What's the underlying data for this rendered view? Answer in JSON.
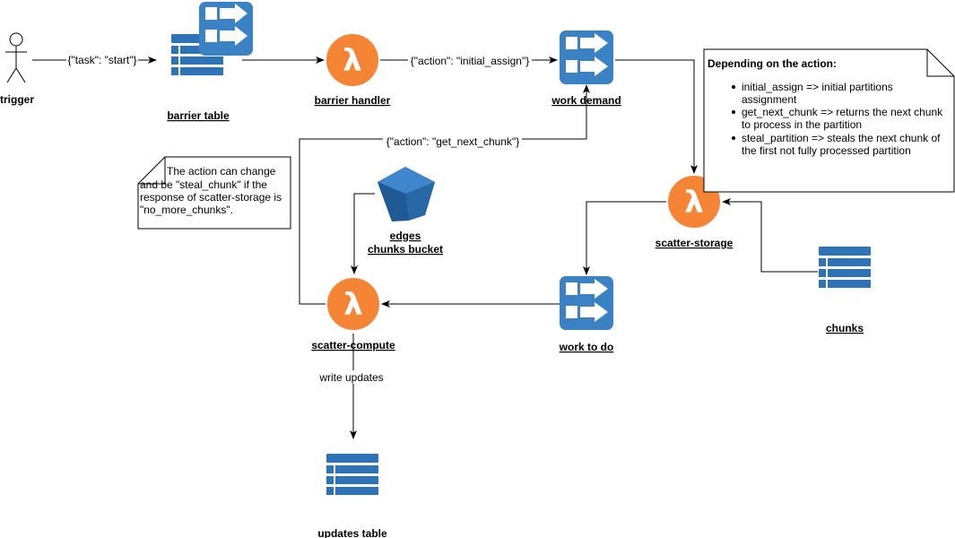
{
  "colors": {
    "lambda": "#F58534",
    "service": "#3B82C4",
    "service_dark": "#2E6EAA",
    "table": "#2E73B8",
    "bucket_light": "#3F86CC",
    "bucket_dark": "#1F5A94"
  },
  "nodes": {
    "trigger": {
      "label": "trigger",
      "icon": "actor-icon"
    },
    "barrier_table": {
      "label": "barrier table",
      "icon": "table-queue-icon"
    },
    "barrier_handler": {
      "label": "barrier handler",
      "icon": "lambda-icon"
    },
    "work_demand": {
      "label": "work demand",
      "icon": "queue-icon"
    },
    "scatter_storage": {
      "label": "scatter-storage",
      "icon": "lambda-icon"
    },
    "chunks": {
      "label": "chunks",
      "icon": "table-icon"
    },
    "work_to_do": {
      "label": "work to do",
      "icon": "queue-icon"
    },
    "scatter_compute": {
      "label": "scatter-compute",
      "icon": "lambda-icon"
    },
    "edges_bucket": {
      "label_line1": "edges",
      "label_line2": "chunks bucket",
      "icon": "bucket-icon"
    },
    "updates_table": {
      "label": "updates table",
      "icon": "table-icon"
    }
  },
  "edges": {
    "trigger_to_barrier_table": "{\"task\": \"start\"}",
    "barrier_handler_to_work_demand": "{\"action\": \"initial_assign\"}",
    "scatter_compute_to_work_demand": "{\"action\": \"get_next_chunk\"}",
    "scatter_compute_to_updates": "write updates"
  },
  "notes": {
    "action_note": {
      "heading": "Depending on the action:",
      "bullets": [
        [
          "initial_assign => initial partitions",
          "assignment"
        ],
        [
          "get_next_chunk => returns the next chunk",
          "to process in the partition"
        ],
        [
          "steal_partition => steals the next chunk of",
          "the first not fully processed partition"
        ]
      ]
    },
    "steal_note": {
      "lines": [
        "The action can change",
        "and be \"steal_chunk\" if the",
        "response of scatter-storage is",
        "\"no_more_chunks\"."
      ]
    }
  }
}
